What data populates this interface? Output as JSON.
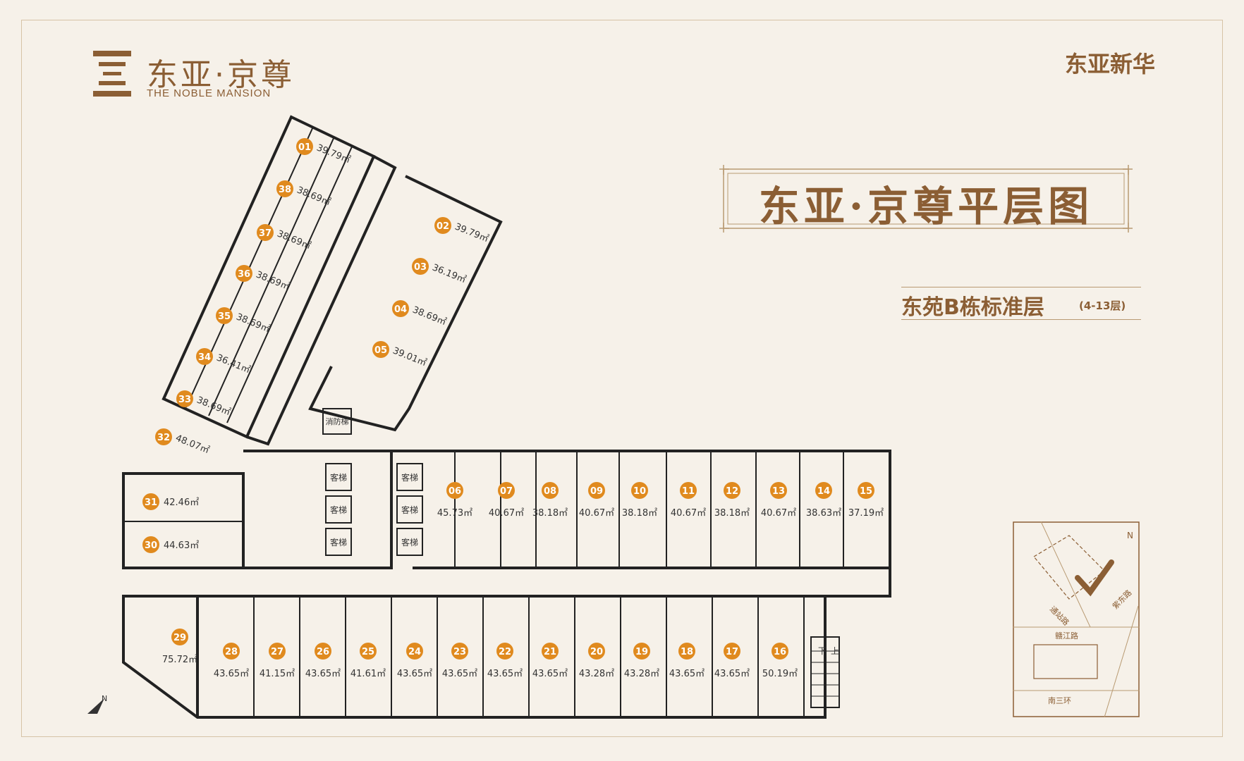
{
  "brand": {
    "logo_cn": "东亚·京尊",
    "logo_en": "THE NOBLE MANSION",
    "developer": "东亚新华"
  },
  "title": "东亚·京尊平层图",
  "subtitle": {
    "main": "东苑B栋标准层",
    "range": "(4-13层)"
  },
  "units": [
    {
      "no": "01",
      "area": "39.79㎡"
    },
    {
      "no": "38",
      "area": "38.69㎡"
    },
    {
      "no": "37",
      "area": "38.69㎡"
    },
    {
      "no": "36",
      "area": "38.69㎡"
    },
    {
      "no": "35",
      "area": "38.69㎡"
    },
    {
      "no": "34",
      "area": "36.41㎡"
    },
    {
      "no": "33",
      "area": "38.69㎡"
    },
    {
      "no": "32",
      "area": "48.07㎡"
    },
    {
      "no": "02",
      "area": "39.79㎡"
    },
    {
      "no": "03",
      "area": "36.19㎡"
    },
    {
      "no": "04",
      "area": "38.69㎡"
    },
    {
      "no": "05",
      "area": "39.01㎡"
    },
    {
      "no": "31",
      "area": "42.46㎡"
    },
    {
      "no": "30",
      "area": "44.63㎡"
    },
    {
      "no": "06",
      "area": "45.73㎡"
    },
    {
      "no": "07",
      "area": "40.67㎡"
    },
    {
      "no": "08",
      "area": "38.18㎡"
    },
    {
      "no": "09",
      "area": "40.67㎡"
    },
    {
      "no": "10",
      "area": "38.18㎡"
    },
    {
      "no": "11",
      "area": "40.67㎡"
    },
    {
      "no": "12",
      "area": "38.18㎡"
    },
    {
      "no": "13",
      "area": "40.67㎡"
    },
    {
      "no": "14",
      "area": "38.63㎡"
    },
    {
      "no": "15",
      "area": "37.19㎡"
    },
    {
      "no": "29",
      "area": "75.72㎡"
    },
    {
      "no": "28",
      "area": "43.65㎡"
    },
    {
      "no": "27",
      "area": "41.15㎡"
    },
    {
      "no": "26",
      "area": "43.65㎡"
    },
    {
      "no": "25",
      "area": "41.61㎡"
    },
    {
      "no": "24",
      "area": "43.65㎡"
    },
    {
      "no": "23",
      "area": "43.65㎡"
    },
    {
      "no": "22",
      "area": "43.65㎡"
    },
    {
      "no": "21",
      "area": "43.65㎡"
    },
    {
      "no": "20",
      "area": "43.28㎡"
    },
    {
      "no": "19",
      "area": "43.28㎡"
    },
    {
      "no": "18",
      "area": "43.65㎡"
    },
    {
      "no": "17",
      "area": "43.65㎡"
    },
    {
      "no": "16",
      "area": "50.19㎡"
    }
  ],
  "core": {
    "elevators": [
      "客梯",
      "客梯",
      "客梯",
      "客梯",
      "客梯",
      "客梯"
    ],
    "fire_elevator": "消防梯",
    "stair_up": "上",
    "stair_down": "下"
  },
  "minimap": {
    "north": "N",
    "roads": [
      "通站路",
      "紫东路",
      "赣江路",
      "南三环"
    ]
  },
  "compass_north": "N",
  "colors": {
    "accent": "#8b5e34",
    "badge": "#e08a1e",
    "background": "#f6f1e9",
    "frame": "#d6c3a6"
  }
}
